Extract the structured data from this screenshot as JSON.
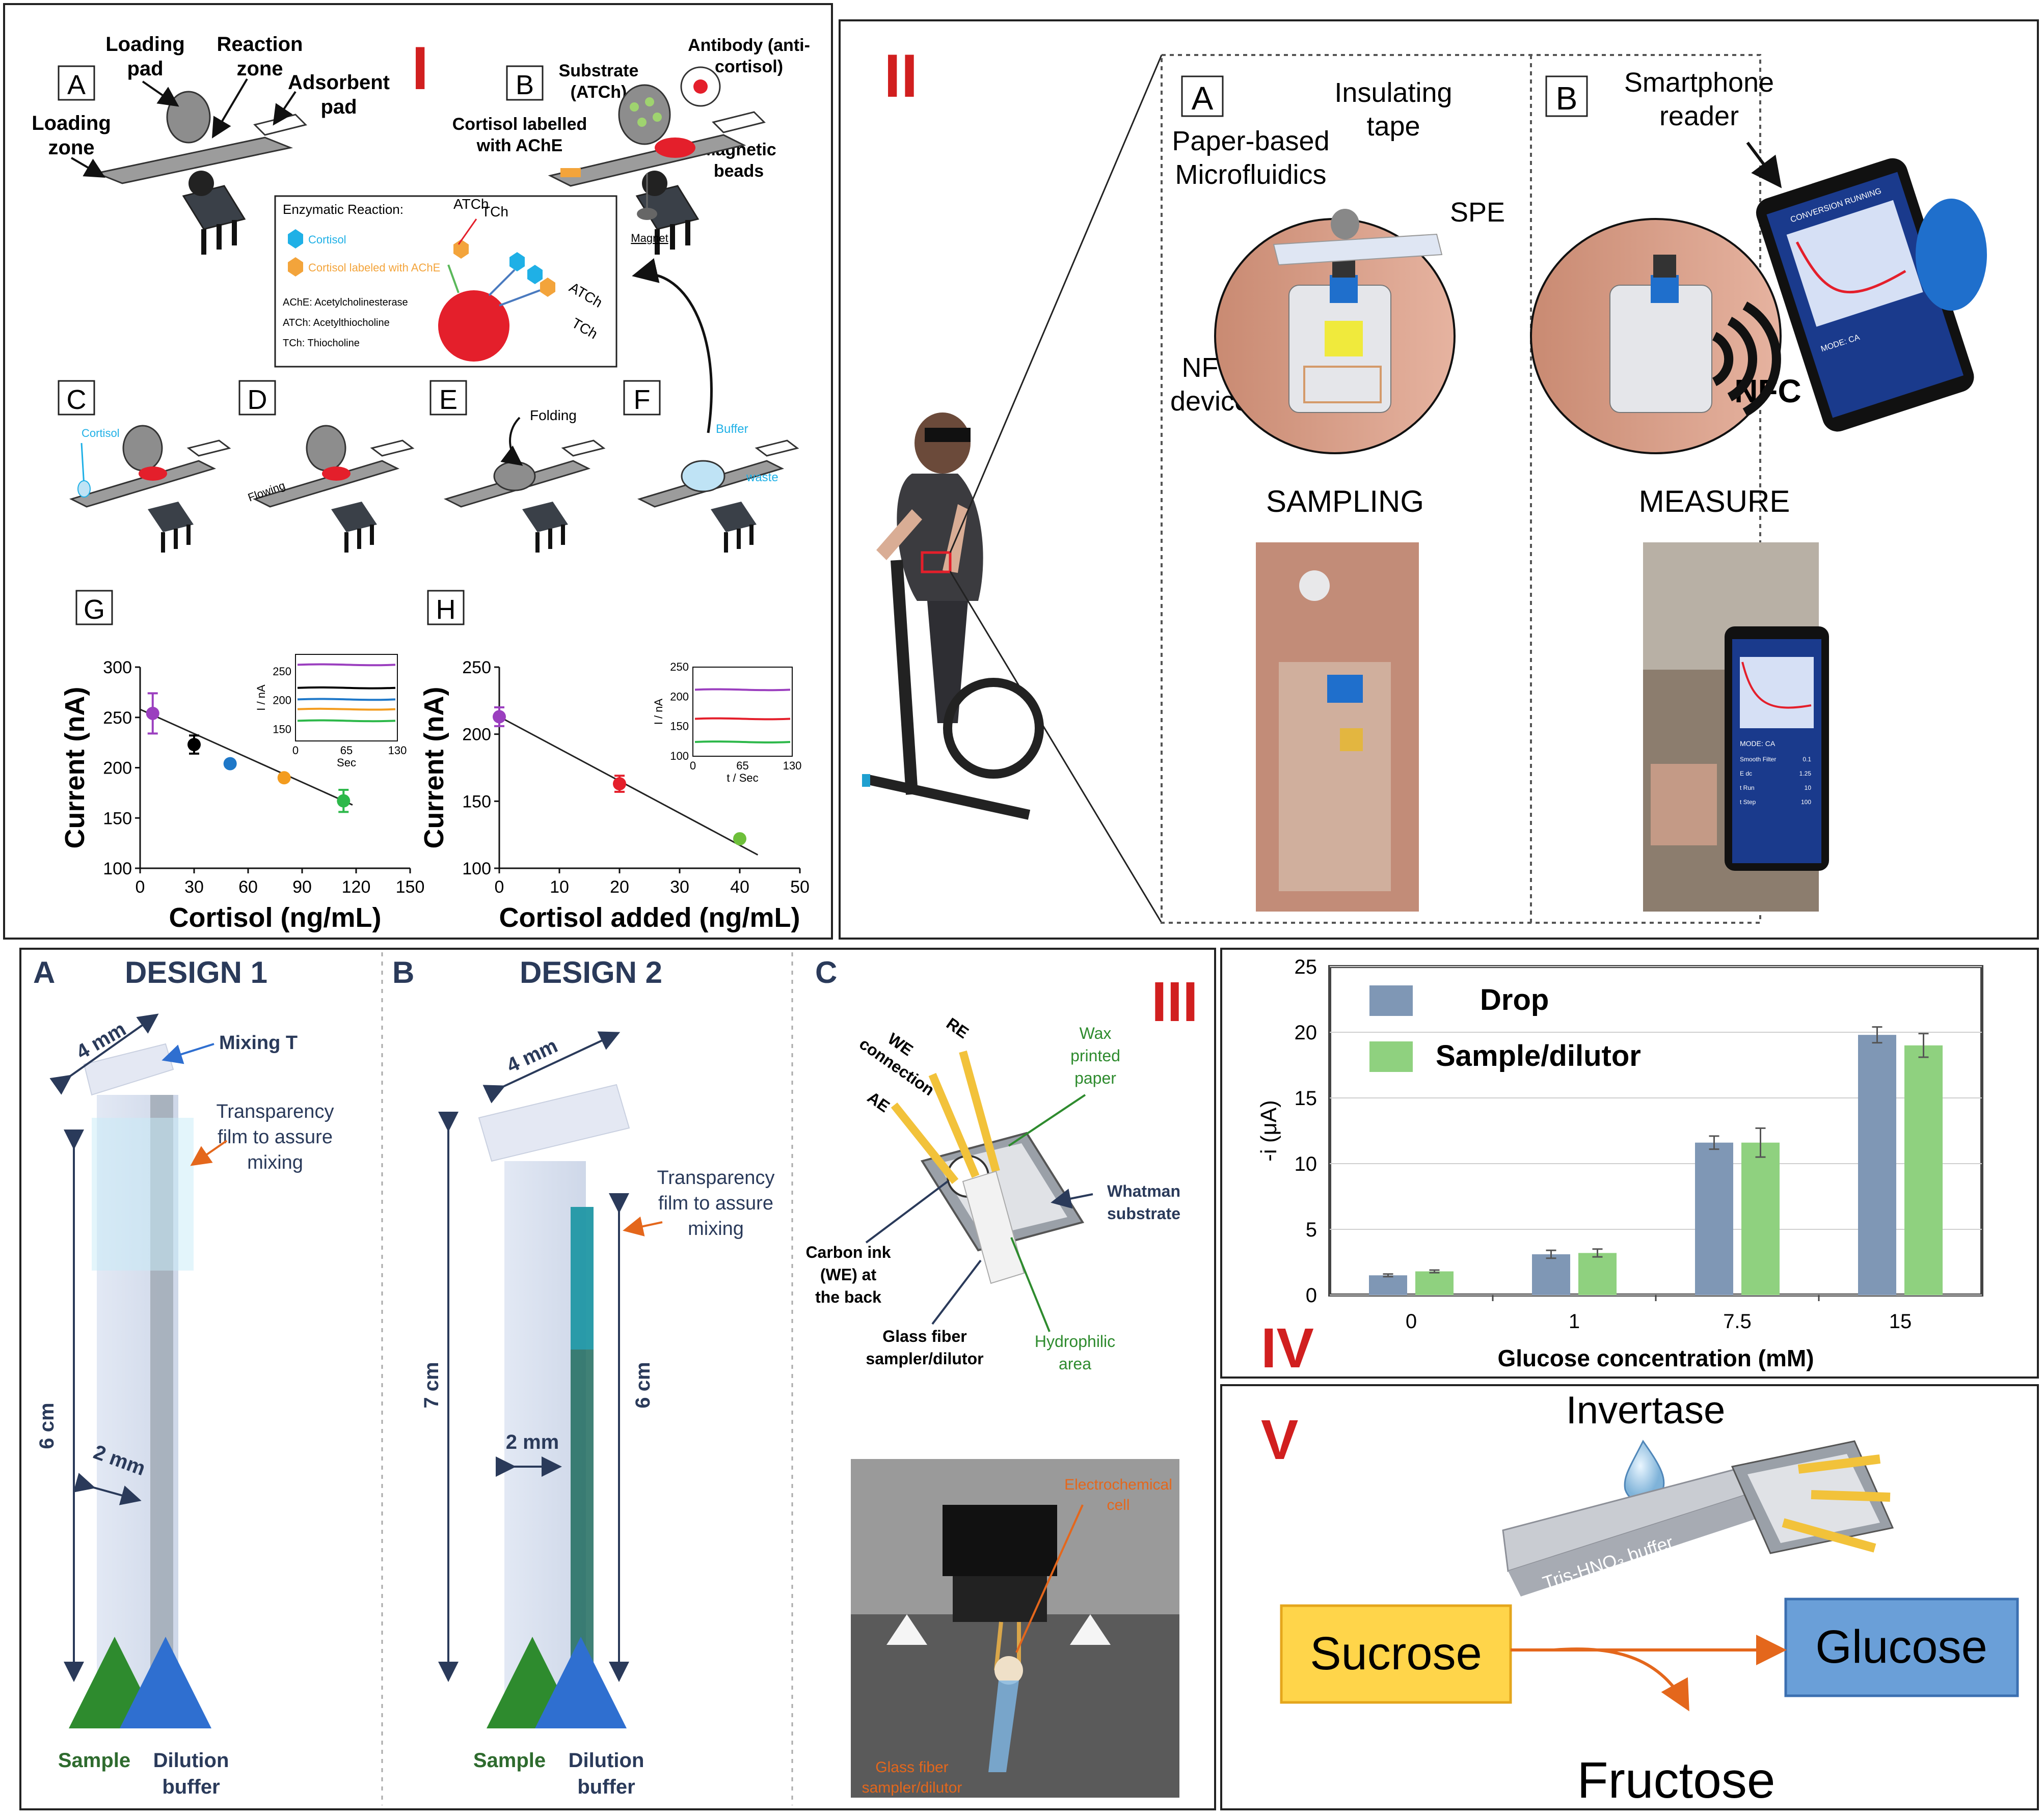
{
  "colors": {
    "panel_roman": "#d11f1f",
    "drop_bar": "#7f97b5",
    "dilutor_bar": "#8fd17f",
    "cortisol_blue": "#1fb0e6",
    "cortisol_ache_orange": "#f3a43b",
    "bead_red": "#e41f2b",
    "sucrose_box": "#ffd54a",
    "glucose_box": "#6a9fd8",
    "arrow_orange": "#e4671c",
    "chip_blue": "#1f6fcc",
    "chip_yellow": "#f0ea3c"
  },
  "panel1": {
    "roman": "I",
    "letters": {
      "A": "A",
      "B": "B",
      "C": "C",
      "D": "D",
      "E": "E",
      "F": "F",
      "G": "G",
      "H": "H"
    },
    "labels": {
      "loading_pad": "Loading\npad",
      "reaction_zone": "Reaction\nzone",
      "adsorbent_pad": "Adsorbent\npad",
      "loading_zone": "Loading\nzone",
      "substrate": "Substrate\n(ATCh)",
      "antibody": "Antibody (anti-\ncortisol)",
      "cortisol_labelled": "Cortisol labelled\nwith AChE",
      "magnetic_beads": "Magnetic\nbeads",
      "magnet": "Magnet",
      "cortisol_c": "Cortisol",
      "flowing": "Flowing",
      "folding": "Folding",
      "buffer": "Buffer",
      "waste": "waste"
    },
    "reaction_box": {
      "title": "Enzymatic Reaction:",
      "cortisol": "Cortisol",
      "cortisol_ache": "Cortisol labeled with AChE",
      "ache": "AChE: Acetylcholinesterase",
      "atch": "ATCh: Acetylthiocholine",
      "tch": "TCh: Thiocholine",
      "atch_label": "ATCh",
      "tch_label": "TCh"
    }
  },
  "panel2": {
    "roman": "II",
    "letters": {
      "A": "A",
      "B": "B"
    },
    "labels": {
      "insulating_tape": "Insulating\ntape",
      "paper_micro": "Paper-based\nMicrofluidics",
      "spe": "SPE",
      "nfc_device": "NFC\ndevice",
      "smartphone_reader": "Smartphone\nreader",
      "nfc": "NFC",
      "sampling": "SAMPLING",
      "measure": "MEASURE"
    },
    "phone_ui": {
      "running": "CONVERSION RUNNING",
      "mode": "MODE: CA",
      "rows": [
        "Smooth Filter",
        "E dc",
        "t Run",
        "t Step"
      ],
      "vals": [
        "0.1",
        "1.25",
        "10",
        "100"
      ]
    }
  },
  "panel3": {
    "roman": "III",
    "letters": {
      "A": "A",
      "B": "B",
      "C": "C"
    },
    "design1": "DESIGN 1",
    "design2": "DESIGN 2",
    "labels": {
      "4mm": "4 mm",
      "mixing_t": "Mixing T",
      "transparency": "Transparency\nfilm to assure\nmixing",
      "6cm": "6 cm",
      "7cm": "7 cm",
      "2mm": "2 mm",
      "sample": "Sample",
      "dilution": "Dilution\nbuffer",
      "we_connection": "WE\nconnection",
      "re": "RE",
      "ae": "AE",
      "wax": "Wax\nprinted\npaper",
      "whatman": "Whatman\nsubstrate",
      "carbon": "Carbon ink\n(WE) at\nthe back",
      "glass": "Glass fiber\nsampler/dilutor",
      "hydrophilic": "Hydrophilic\narea",
      "electrochem": "Electrochemical\ncell",
      "glass_orange": "Glass fiber\nsampler/dilutor"
    }
  },
  "panel4": {
    "roman": "IV"
  },
  "panel5": {
    "roman": "V",
    "invertase": "Invertase",
    "buffer": "Tris-HNO₃ buffer",
    "sucrose": "Sucrose",
    "glucose": "Glucose",
    "fructose": "Fructose"
  },
  "chart_data": [
    {
      "id": "G",
      "type": "scatter",
      "xlabel": "Cortisol (ng/mL)",
      "ylabel": "Current (nA)",
      "xlim": [
        0,
        150
      ],
      "ylim": [
        100,
        300
      ],
      "xticks": [
        "0",
        "30",
        "60",
        "90",
        "120",
        "150"
      ],
      "yticks": [
        "100",
        "150",
        "200",
        "250",
        "300"
      ],
      "points": [
        {
          "x": 7,
          "y": 254,
          "err": 20,
          "color": "#9b3fbf"
        },
        {
          "x": 30,
          "y": 223,
          "err": 9,
          "color": "#000000"
        },
        {
          "x": 50,
          "y": 204,
          "err": 3,
          "color": "#1f78c8"
        },
        {
          "x": 80,
          "y": 190,
          "err": 2,
          "color": "#f39c1f"
        },
        {
          "x": 113,
          "y": 167,
          "err": 11,
          "color": "#2db84a"
        }
      ],
      "fit": [
        [
          0,
          258
        ],
        [
          118,
          163
        ]
      ],
      "inset": {
        "xlabel": "Sec",
        "ylabel": "I / nA",
        "xticks": [
          "0",
          "65",
          "130"
        ],
        "yticks": [
          "150",
          "200",
          "250"
        ],
        "ylim": [
          130,
          280
        ],
        "lines": [
          {
            "y": 262,
            "color": "#9b3fbf"
          },
          {
            "y": 222,
            "color": "#000000"
          },
          {
            "y": 202,
            "color": "#1f78c8"
          },
          {
            "y": 185,
            "color": "#f39c1f"
          },
          {
            "y": 165,
            "color": "#2db84a"
          }
        ]
      }
    },
    {
      "id": "H",
      "type": "scatter",
      "xlabel": "Cortisol added (ng/mL)",
      "ylabel": "Current (nA)",
      "xlim": [
        0,
        50
      ],
      "ylim": [
        100,
        250
      ],
      "xticks": [
        "0",
        "10",
        "20",
        "30",
        "40",
        "50"
      ],
      "yticks": [
        "100",
        "150",
        "200",
        "250"
      ],
      "points": [
        {
          "x": 0,
          "y": 213,
          "err": 7,
          "color": "#9b3fbf"
        },
        {
          "x": 20,
          "y": 163,
          "err": 6,
          "color": "#e41f2b"
        },
        {
          "x": 40,
          "y": 122,
          "err": 2,
          "color": "#6dbf3a"
        }
      ],
      "fit": [
        [
          0,
          213
        ],
        [
          43,
          110
        ]
      ],
      "inset": {
        "xlabel": "t / Sec",
        "ylabel": "I / nA",
        "xticks": [
          "0",
          "65",
          "130"
        ],
        "yticks": [
          "100",
          "150",
          "200",
          "250"
        ],
        "ylim": [
          100,
          250
        ],
        "lines": [
          {
            "y": 212,
            "color": "#9b3fbf"
          },
          {
            "y": 163,
            "color": "#e41f2b"
          },
          {
            "y": 124,
            "color": "#2db84a"
          }
        ]
      }
    },
    {
      "id": "IV",
      "type": "bar",
      "xlabel": "Glucose concentration (mM)",
      "ylabel": "-i (μA)",
      "ylim": [
        0,
        25
      ],
      "yticks": [
        "0",
        "5",
        "10",
        "15",
        "20",
        "25"
      ],
      "categories": [
        "0",
        "1",
        "7.5",
        "15"
      ],
      "series": [
        {
          "name": "Drop",
          "values": [
            1.5,
            3.1,
            11.6,
            19.8
          ],
          "err": [
            0.1,
            0.3,
            0.5,
            0.6
          ],
          "color": "#7f97b5"
        },
        {
          "name": "Sample/dilutor",
          "values": [
            1.8,
            3.2,
            11.6,
            19.0
          ],
          "err": [
            0.1,
            0.3,
            1.1,
            0.9
          ],
          "color": "#8fd17f"
        }
      ],
      "legend": "top-left"
    }
  ]
}
